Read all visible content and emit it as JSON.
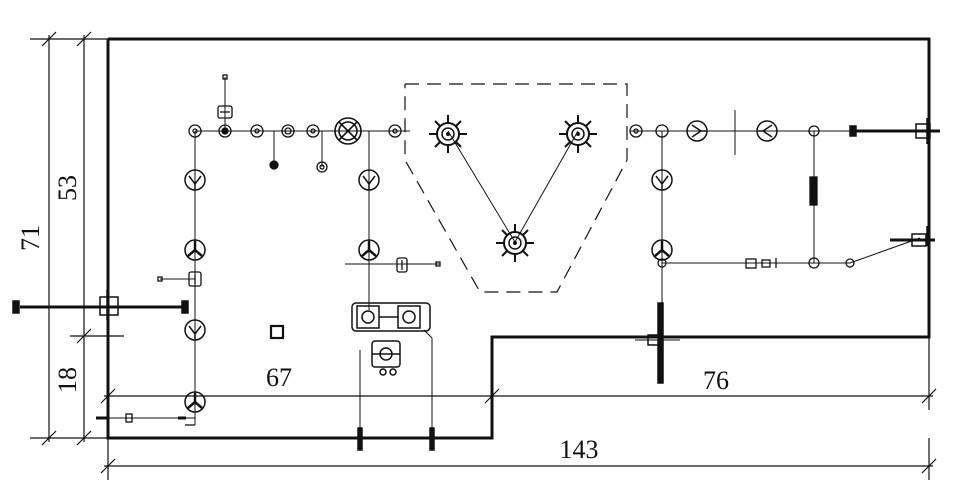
{
  "dimensions": {
    "total_height": "71",
    "upper_height": "53",
    "lower_height": "18",
    "left_width": "67",
    "right_width": "76",
    "total_width": "143"
  }
}
